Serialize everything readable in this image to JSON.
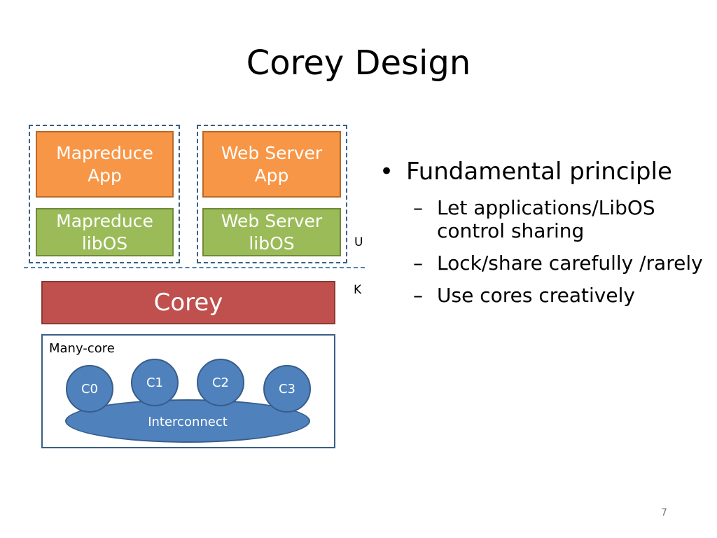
{
  "title": "Corey Design",
  "diagram": {
    "mapreduce_app": "Mapreduce\nApp",
    "mapreduce_libos": "Mapreduce\nlibOS",
    "webserver_app": "Web Server\nApp",
    "webserver_libos": "Web Server\nlibOS",
    "user_label": "U",
    "kernel_label": "K",
    "corey": "Corey",
    "manycore_label": "Many-core",
    "cores": [
      "C0",
      "C1",
      "C2",
      "C3"
    ],
    "interconnect": "Interconnect"
  },
  "bullets": {
    "main": "Fundamental principle",
    "subs": [
      "Let applications/LibOS control sharing",
      "Lock/share carefully /rarely",
      "Use cores creatively"
    ]
  },
  "page_number": "7",
  "colors": {
    "app": "#f79646",
    "libos": "#9bbb59",
    "corey": "#c0504d",
    "core": "#4f81bd"
  }
}
